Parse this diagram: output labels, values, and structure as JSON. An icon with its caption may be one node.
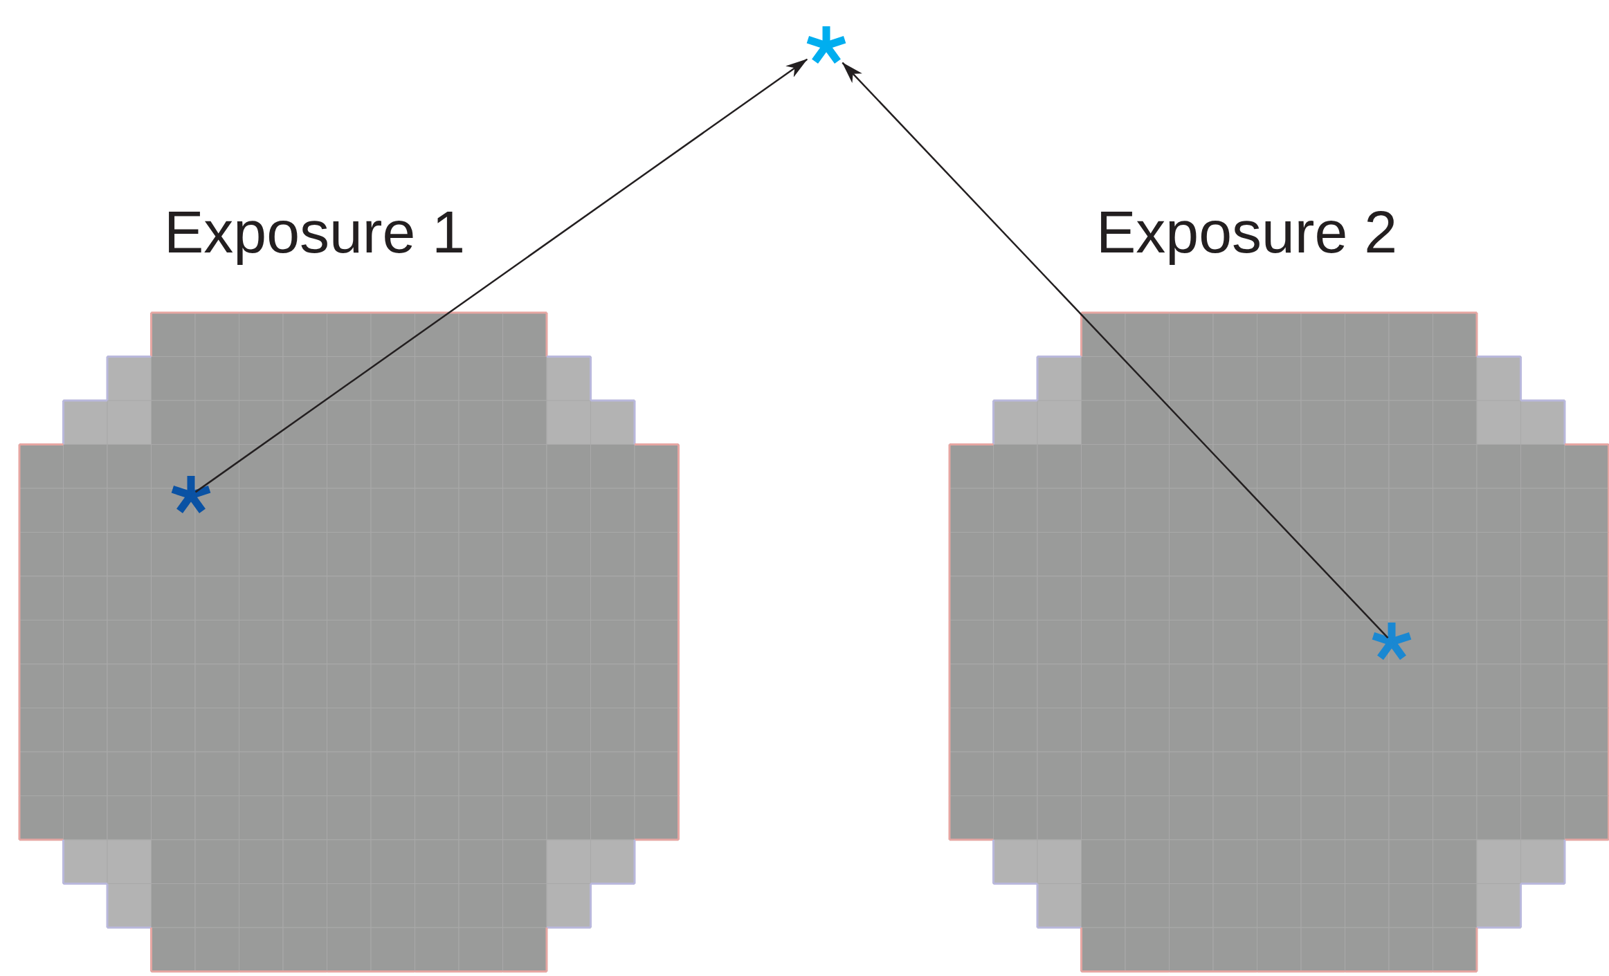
{
  "diagram": {
    "nodes": [
      {
        "text": [],
        "shape": "asterisk"
      },
      {
        "text": [
          "Exposure 1"
        ]
      },
      {
        "text": [],
        "shape": "asterisk",
        "in": 1
      },
      {
        "text": [
          "Exposure 2"
        ]
      },
      {
        "text": [],
        "shape": "asterisk",
        "in": 3
      }
    ],
    "edges": [
      {
        "from": 2,
        "to": 0,
        "arrow": "to"
      },
      {
        "from": 4,
        "to": 0,
        "arrow": "to"
      }
    ]
  }
}
